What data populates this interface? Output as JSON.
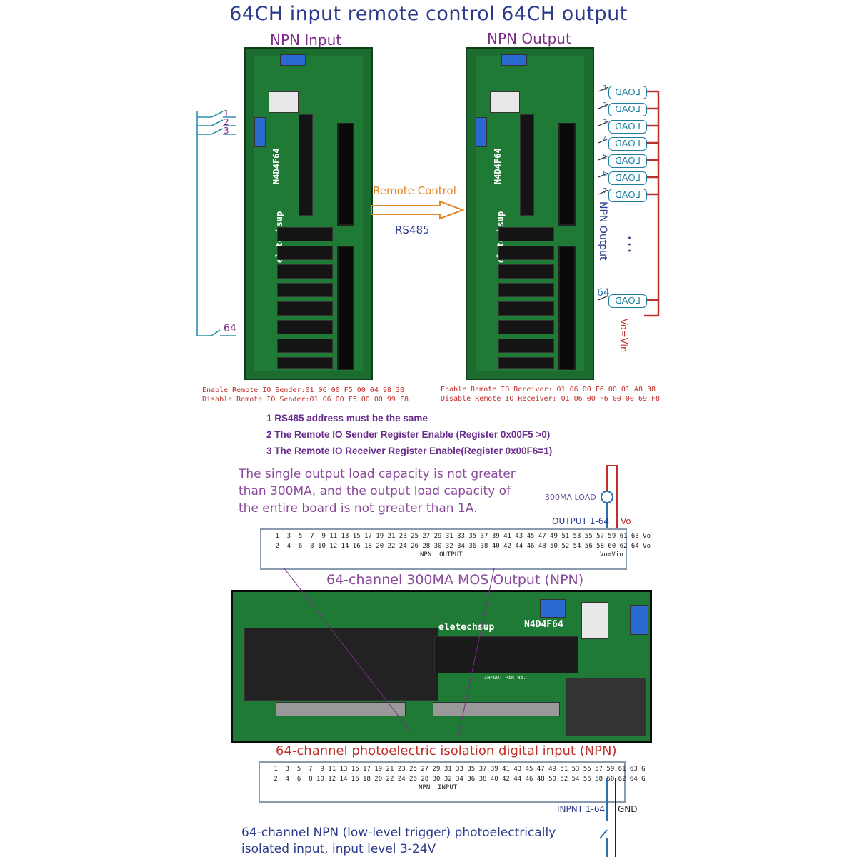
{
  "title": "64CH input remote control 64CH output",
  "input_board": {
    "label": "NPN Input",
    "model": "N4D4F64",
    "brand": "eletechsup"
  },
  "output_board": {
    "label": "NPN Output",
    "model": "N4D4F64",
    "brand": "eletechsup"
  },
  "input_switches": [
    "1",
    "2",
    "3",
    "64"
  ],
  "remote": {
    "label": "Remote Control",
    "protocol": "RS485"
  },
  "loads": {
    "label": "LOAD",
    "numbers": [
      "1",
      "2",
      "3",
      "4",
      "5",
      "6",
      "7",
      "64"
    ],
    "side_label": "NPN Output",
    "vo_label": "Vo=Vin",
    "ellipsis": "• • •"
  },
  "commands": {
    "sender_enable": "Enable  Remote IO Sender:01 06 00 F5 00 04 98 3B",
    "sender_disable": "Disable Remote IO Sender:01 06 00 F5 00 00 99 F8",
    "receiver_enable": "Enable Remote IO Receiver: 01 06 00 F6 00 01 A8 38",
    "receiver_disable": "Disable Remote IO Receiver: 01 06 00 F6 00 00 69 F8"
  },
  "notes": [
    "1 RS485 address must be the same",
    "2 The Remote IO Sender Register Enable  (Register 0x00F5 >0)",
    "3 The Remote IO Receiver Register Enable(Register 0x00F6=1)"
  ],
  "capacity_text": [
    "The single output load capacity is not greater",
    "than 300MA, and the output load capacity of",
    "the entire board is not greater than 1A."
  ],
  "output_conn": {
    "load_label": "300MA LOAD",
    "output_label": "OUTPUT 1-64",
    "vo": "Vo",
    "row1": " 1  3  5  7  9 11 13 15 17 19 21 23 25 27 29 31 33 35 37 39 41 43 45 47 49 51 53 55 57 59 61 63 Vo",
    "row2": " 2  4  6  8 10 12 14 16 18 20 22 24 26 28 30 32 34 36 38 40 42 44 46 48 50 52 54 56 58 60 62 64 Vo",
    "name": "NPN  OUTPUT",
    "vin": "Vo=Vin",
    "caption": "64-channel 300MA MOS Output (NPN)"
  },
  "board_bottom": {
    "brand": "eletechsup",
    "model": "N4D4F64",
    "inout": "IN/OUT  Pin  No."
  },
  "input_conn": {
    "caption": "64-channel photoelectric isolation digital input (NPN)",
    "row1": " 1  3  5  7  9 11 13 15 17 19 21 23 25 27 29 31 33 35 37 39 41 43 45 47 49 51 53 55 57 59 61 63 G",
    "row2": " 2  4  6  8 10 12 14 16 18 20 22 24 26 28 30 32 34 36 38 40 42 44 46 48 50 52 54 56 58 60 62 64 G",
    "name": "NPN  INPUT",
    "inpnt": "INPNT 1-64",
    "gnd": "GND"
  },
  "bottom_text": [
    "64-channel NPN (low-level trigger) photoelectrically",
    "isolated input, input level 3-24V"
  ],
  "colors": {
    "pcb": "#1f7a35",
    "wire_red": "#c0302a",
    "wire_blue": "#2d6fb0",
    "title": "#2c3a8c"
  }
}
